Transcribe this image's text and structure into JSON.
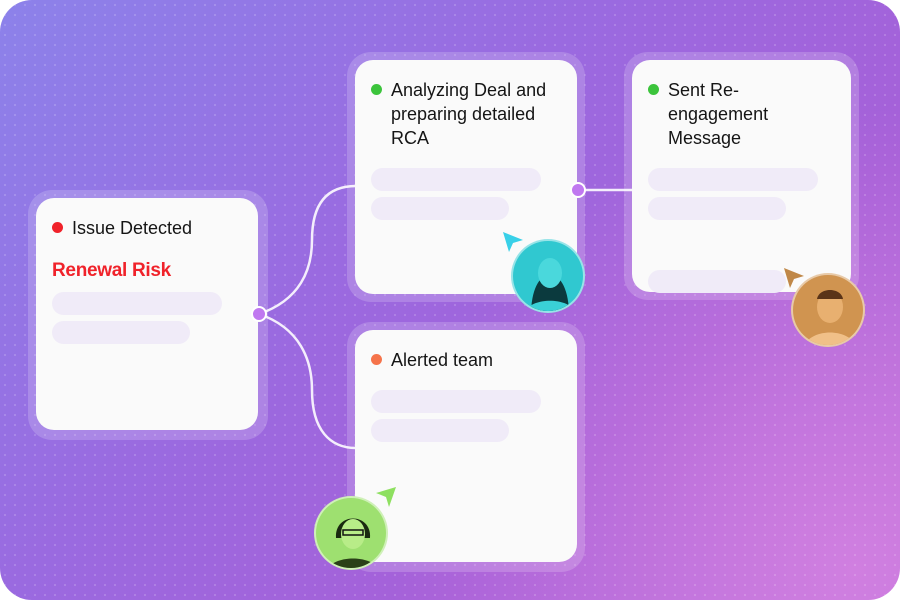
{
  "cards": [
    {
      "title": "Issue Detected",
      "status_color": "#f0222a",
      "subtitle": "Renewal Risk"
    },
    {
      "title": "Analyzing Deal and preparing detailed RCA",
      "status_color": "#3cc43c"
    },
    {
      "title": "Sent Re-engagement Message",
      "status_color": "#3cc43c"
    },
    {
      "title": "Alerted team",
      "status_color": "#f5734a"
    }
  ],
  "avatars": [
    {
      "name": "avatar-teal",
      "color": "#30c8d0",
      "cursor_color": "#38d0e8"
    },
    {
      "name": "avatar-orange",
      "color": "#d09450",
      "cursor_color": "#c08848"
    },
    {
      "name": "avatar-green",
      "color": "#9ee070",
      "cursor_color": "#8ee060"
    }
  ]
}
